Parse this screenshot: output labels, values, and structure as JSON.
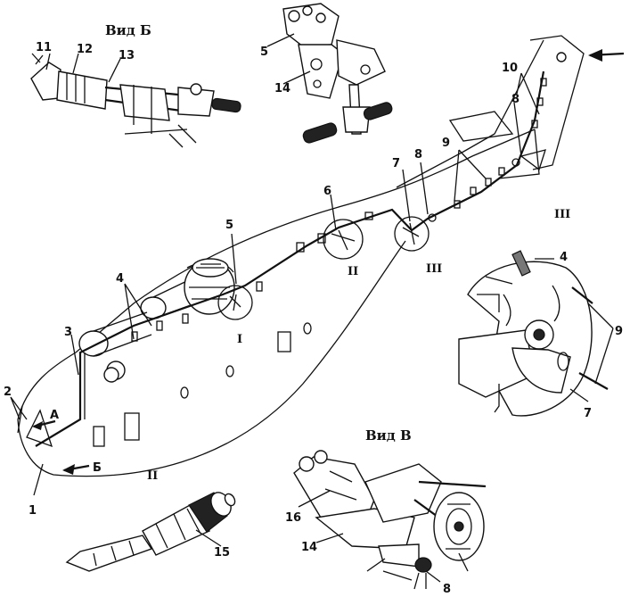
{
  "views": {
    "view_b_title": "Вид Б",
    "view_v_title": "Вид В"
  },
  "callouts": {
    "c1": "1",
    "c2": "2",
    "c3": "3",
    "c4": "4",
    "c5": "5",
    "c6": "6",
    "c7": "7",
    "c8": "8",
    "c9": "9",
    "c10": "10",
    "c11": "11",
    "c12": "12",
    "c13": "13",
    "c14": "14",
    "c15": "15",
    "c16": "16",
    "a": "А",
    "b": "Б"
  },
  "details": {
    "d1": "I",
    "d2": "II",
    "d3": "III"
  }
}
